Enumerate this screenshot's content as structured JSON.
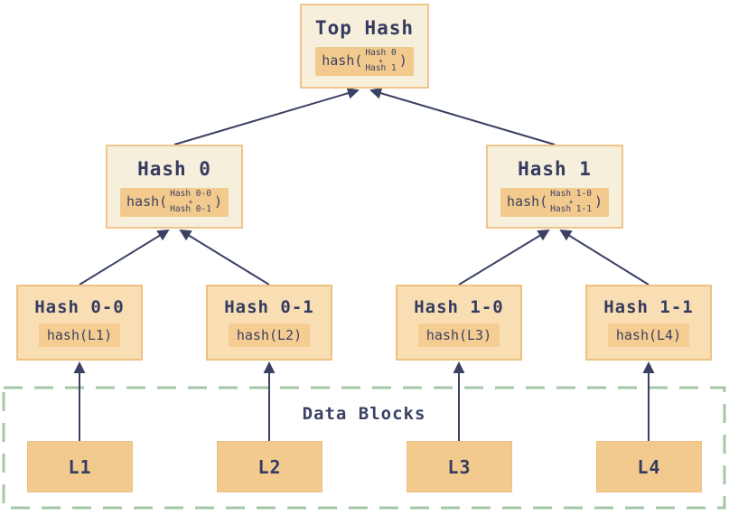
{
  "colors": {
    "navy": "#3b4163",
    "cream_fill": "#f6efdb",
    "cream_border": "#f1c48b",
    "tan_fill": "#f8deb2",
    "tan_border": "#eec181",
    "chip_fill": "#f3ca8d",
    "chip_fill_tan": "#f5cd92",
    "leaf_fill": "#f2ca8e",
    "sage_dash": "#a5c7a7"
  },
  "nodes": {
    "top": {
      "title": "Top Hash",
      "fn": "hash(",
      "arg_top": "Hash 0",
      "op": "+",
      "arg_bottom": "Hash 1",
      "close": ")"
    },
    "hash0": {
      "title": "Hash 0",
      "fn": "hash(",
      "arg_top": "Hash 0-0",
      "op": "+",
      "arg_bottom": "Hash 0-1",
      "close": ")"
    },
    "hash1": {
      "title": "Hash 1",
      "fn": "hash(",
      "arg_top": "Hash 1-0",
      "op": "+",
      "arg_bottom": "Hash 1-1",
      "close": ")"
    },
    "hash00": {
      "title": "Hash 0-0",
      "label": "hash(L1)"
    },
    "hash01": {
      "title": "Hash 0-1",
      "label": "hash(L2)"
    },
    "hash10": {
      "title": "Hash 1-0",
      "label": "hash(L3)"
    },
    "hash11": {
      "title": "Hash 1-1",
      "label": "hash(L4)"
    }
  },
  "data_blocks": {
    "label": "Data Blocks",
    "leaves": [
      {
        "label": "L1"
      },
      {
        "label": "L2"
      },
      {
        "label": "L3"
      },
      {
        "label": "L4"
      }
    ]
  }
}
